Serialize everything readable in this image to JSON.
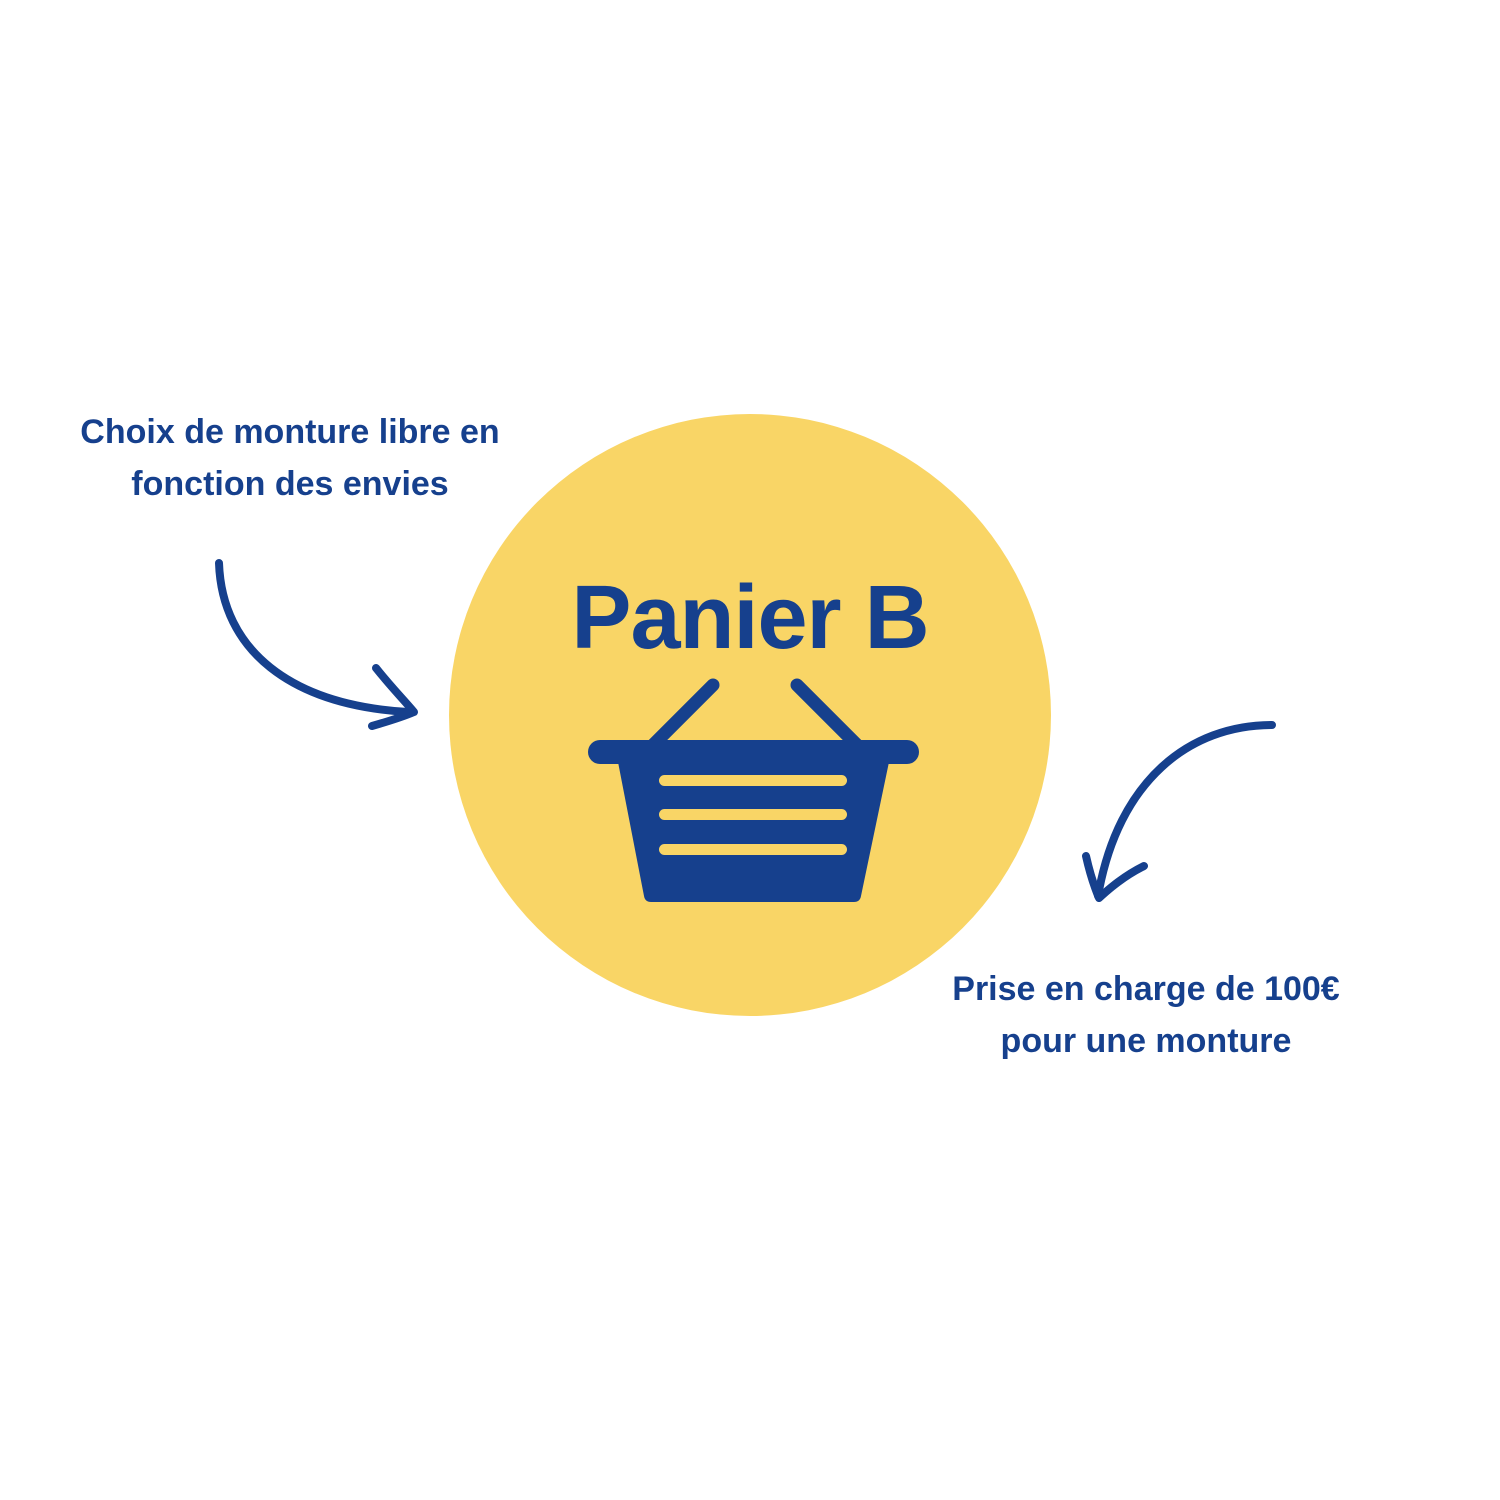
{
  "colors": {
    "background": "#ffffff",
    "circle": "#f9d566",
    "accent": "#16408d"
  },
  "title": "Panier B",
  "icon": "shopping-basket-icon",
  "notes": {
    "left": {
      "line1": "Choix de monture libre en",
      "line2": "fonction des envies"
    },
    "right": {
      "line1": "Prise en charge de 100€",
      "line2": "pour une monture"
    }
  }
}
